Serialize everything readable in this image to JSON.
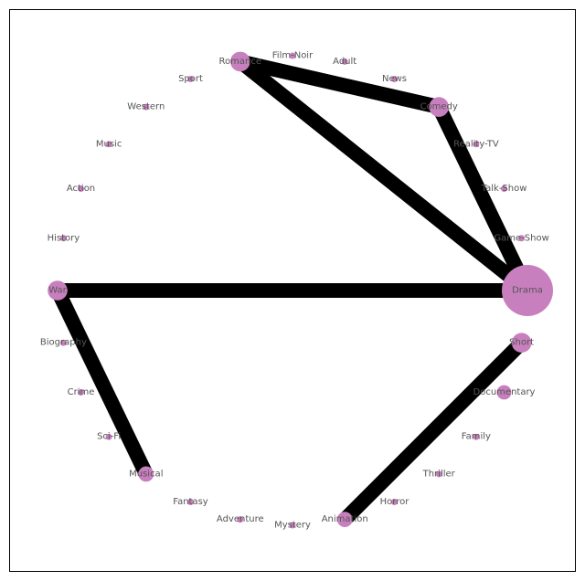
{
  "colors": {
    "node": "#c87fbe",
    "edge": "#000000",
    "label": "#555555",
    "frame": "#000000"
  },
  "graph": {
    "nodes": [
      {
        "id": "Drama",
        "label": "Drama",
        "weight": 1.0
      },
      {
        "id": "Game-Show",
        "label": "Game-Show",
        "weight": 0.0
      },
      {
        "id": "Talk-Show",
        "label": "Talk-Show",
        "weight": 0.0
      },
      {
        "id": "Reality-TV",
        "label": "Reality-TV",
        "weight": 0.0
      },
      {
        "id": "Comedy",
        "label": "Comedy",
        "weight": 0.3
      },
      {
        "id": "News",
        "label": "News",
        "weight": 0.0
      },
      {
        "id": "Adult",
        "label": "Adult",
        "weight": 0.0
      },
      {
        "id": "Film-Noir",
        "label": "Film-Noir",
        "weight": 0.0
      },
      {
        "id": "Romance",
        "label": "Romance",
        "weight": 0.3
      },
      {
        "id": "Sport",
        "label": "Sport",
        "weight": 0.0
      },
      {
        "id": "Western",
        "label": "Western",
        "weight": 0.0
      },
      {
        "id": "Music",
        "label": "Music",
        "weight": 0.0
      },
      {
        "id": "Action",
        "label": "Action",
        "weight": 0.0
      },
      {
        "id": "History",
        "label": "History",
        "weight": 0.0
      },
      {
        "id": "War",
        "label": "War",
        "weight": 0.3
      },
      {
        "id": "Biography",
        "label": "Biography",
        "weight": 0.0
      },
      {
        "id": "Crime",
        "label": "Crime",
        "weight": 0.0
      },
      {
        "id": "Sci-Fi",
        "label": "Sci-Fi",
        "weight": 0.0
      },
      {
        "id": "Musical",
        "label": "Musical",
        "weight": 0.2
      },
      {
        "id": "Fantasy",
        "label": "Fantasy",
        "weight": 0.0
      },
      {
        "id": "Adventure",
        "label": "Adventure",
        "weight": 0.0
      },
      {
        "id": "Mystery",
        "label": "Mystery",
        "weight": 0.0
      },
      {
        "id": "Animation",
        "label": "Animation",
        "weight": 0.2
      },
      {
        "id": "Horror",
        "label": "Horror",
        "weight": 0.0
      },
      {
        "id": "Thriller",
        "label": "Thriller",
        "weight": 0.0
      },
      {
        "id": "Family",
        "label": "Family",
        "weight": 0.0
      },
      {
        "id": "Documentary",
        "label": "Documentary",
        "weight": 0.18
      },
      {
        "id": "Short",
        "label": "Short",
        "weight": 0.3
      }
    ],
    "edges": [
      {
        "source": "Drama",
        "target": "Romance",
        "weight": 1
      },
      {
        "source": "Drama",
        "target": "Comedy",
        "weight": 1
      },
      {
        "source": "Romance",
        "target": "Comedy",
        "weight": 1
      },
      {
        "source": "Drama",
        "target": "War",
        "weight": 1
      },
      {
        "source": "War",
        "target": "Musical",
        "weight": 1
      },
      {
        "source": "Short",
        "target": "Animation",
        "weight": 1
      }
    ]
  }
}
